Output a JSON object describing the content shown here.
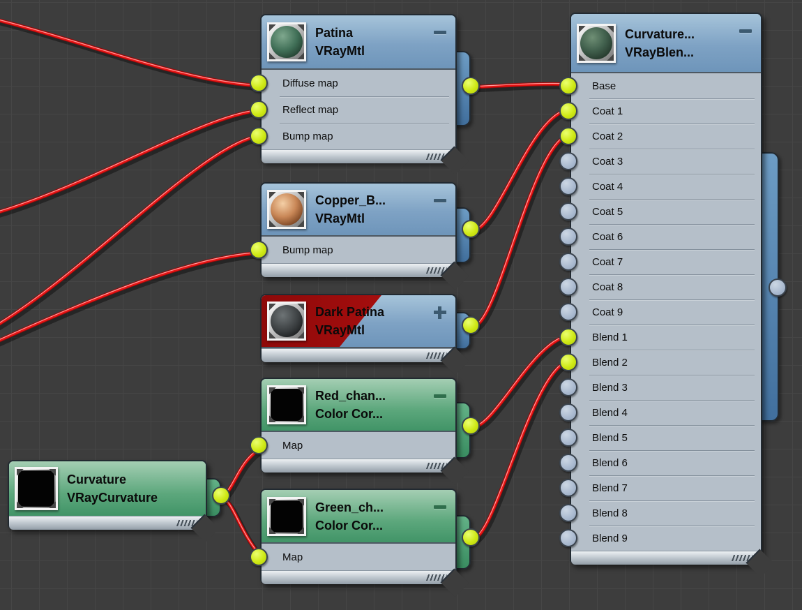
{
  "editor": {
    "background_color": "#3d3d3d",
    "grid_color": "#464646",
    "wire_color": "#ea1414",
    "socket_connected_color": "#cfe915",
    "socket_unconnected_color": "#a9b9cf",
    "header_blue": "#7ea2c4",
    "header_green": "#5ca77c",
    "selected_red": "#a50d0d"
  },
  "nodes": [
    {
      "id": "patina",
      "title": "Patina",
      "subtitle": "VRayMtl",
      "header_color": "blue",
      "thumbnail": "green-sphere",
      "collapse_icon": "minus",
      "slots": [
        {
          "label": "Diffuse map",
          "connected": true
        },
        {
          "label": "Reflect map",
          "connected": true
        },
        {
          "label": "Bump map",
          "connected": true
        }
      ],
      "output": {
        "connected": true
      }
    },
    {
      "id": "copper",
      "title": "Copper_B...",
      "subtitle": "VRayMtl",
      "header_color": "blue",
      "thumbnail": "copper-sphere",
      "collapse_icon": "minus",
      "slots": [
        {
          "label": "Bump map",
          "connected": true
        }
      ],
      "output": {
        "connected": true
      }
    },
    {
      "id": "dark_patina",
      "title": "Dark Patina",
      "subtitle": "VRayMtl",
      "header_color": "blue-red-selected",
      "thumbnail": "dark-sphere",
      "collapse_icon": "plus",
      "slots": [],
      "output": {
        "connected": true
      }
    },
    {
      "id": "red_channel",
      "title": "Red_chan...",
      "subtitle": "Color Cor...",
      "header_color": "green",
      "thumbnail": "black-square",
      "collapse_icon": "minus",
      "slots": [
        {
          "label": "Map",
          "connected": true
        }
      ],
      "output": {
        "connected": true
      }
    },
    {
      "id": "curvature",
      "title": "Curvature",
      "subtitle": "VRayCurvature",
      "header_color": "green",
      "thumbnail": "black-square",
      "collapse_icon": "none",
      "slots": [],
      "output": {
        "connected": true
      }
    },
    {
      "id": "green_channel",
      "title": "Green_ch...",
      "subtitle": "Color Cor...",
      "header_color": "green",
      "thumbnail": "black-square",
      "collapse_icon": "minus",
      "slots": [
        {
          "label": "Map",
          "connected": true
        }
      ],
      "output": {
        "connected": true
      }
    },
    {
      "id": "blend",
      "title": "Curvature...",
      "subtitle": "VRayBlen...",
      "header_color": "blue",
      "thumbnail": "green-sphere",
      "collapse_icon": "minus",
      "slots": [
        {
          "label": "Base",
          "connected": true
        },
        {
          "label": "Coat 1",
          "connected": true
        },
        {
          "label": "Coat 2",
          "connected": true
        },
        {
          "label": "Coat 3",
          "connected": false
        },
        {
          "label": "Coat 4",
          "connected": false
        },
        {
          "label": "Coat 5",
          "connected": false
        },
        {
          "label": "Coat 6",
          "connected": false
        },
        {
          "label": "Coat 7",
          "connected": false
        },
        {
          "label": "Coat 8",
          "connected": false
        },
        {
          "label": "Coat 9",
          "connected": false
        },
        {
          "label": "Blend 1",
          "connected": true
        },
        {
          "label": "Blend 2",
          "connected": true
        },
        {
          "label": "Blend 3",
          "connected": false
        },
        {
          "label": "Blend 4",
          "connected": false
        },
        {
          "label": "Blend 5",
          "connected": false
        },
        {
          "label": "Blend 6",
          "connected": false
        },
        {
          "label": "Blend 7",
          "connected": false
        },
        {
          "label": "Blend 8",
          "connected": false
        },
        {
          "label": "Blend 9",
          "connected": false
        }
      ],
      "output": {
        "connected": false
      }
    }
  ],
  "connections": [
    {
      "from": "offscreen-left",
      "to": "patina.Diffuse map"
    },
    {
      "from": "offscreen-left",
      "to": "patina.Reflect map"
    },
    {
      "from": "offscreen-left",
      "to": "patina.Bump map"
    },
    {
      "from": "offscreen-left",
      "to": "copper.Bump map"
    },
    {
      "from": "patina.output",
      "to": "blend.Base"
    },
    {
      "from": "copper.output",
      "to": "blend.Coat 1"
    },
    {
      "from": "dark_patina.output",
      "to": "blend.Coat 2"
    },
    {
      "from": "red_channel.output",
      "to": "blend.Blend 1"
    },
    {
      "from": "green_channel.output",
      "to": "blend.Blend 2"
    },
    {
      "from": "curvature.output",
      "to": "red_channel.Map"
    },
    {
      "from": "curvature.output",
      "to": "green_channel.Map"
    }
  ]
}
